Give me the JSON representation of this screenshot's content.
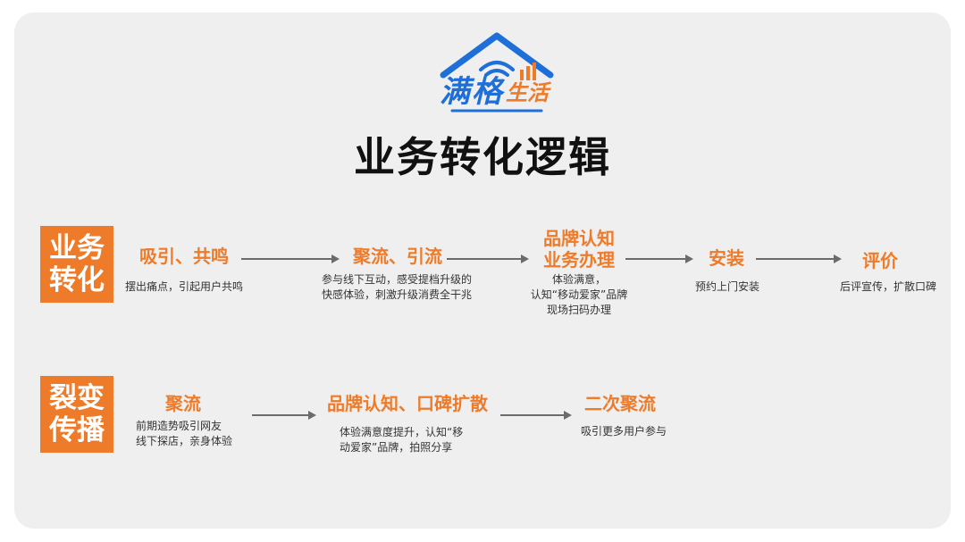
{
  "logo": {
    "text_1": "满",
    "text_2": "格",
    "text_3": "生活"
  },
  "title": "业务转化逻辑",
  "row1": {
    "tag": [
      "业务",
      "转化"
    ],
    "steps": [
      {
        "title": [
          "吸引、共鸣"
        ],
        "desc": [
          "摆出痛点，引起用户共鸣"
        ]
      },
      {
        "title": [
          "聚流、引流"
        ],
        "desc": [
          "参与线下互动，感受提档升级的",
          "快感体验，刺激升级消费全干兆"
        ]
      },
      {
        "title": [
          "品牌认知",
          "业务办理"
        ],
        "desc": [
          "体验满意，",
          "认知“移动爱家”品牌",
          "现场扫码办理"
        ]
      },
      {
        "title": [
          "安装"
        ],
        "desc": [
          "预约上门安装"
        ]
      },
      {
        "title": [
          "评价"
        ],
        "desc": [
          "后评宣传，扩散口碑"
        ]
      }
    ]
  },
  "row2": {
    "tag": [
      "裂变",
      "传播"
    ],
    "steps": [
      {
        "title": [
          "聚流"
        ],
        "desc": [
          "前期造势吸引网友",
          "线下探店，亲身体验"
        ]
      },
      {
        "title": [
          "品牌认知、口碑扩散"
        ],
        "desc": [
          "体验满意度提升，认知“移",
          "动爱家”品牌，拍照分享"
        ]
      },
      {
        "title": [
          "二次聚流"
        ],
        "desc": [
          "吸引更多用户参与"
        ]
      }
    ]
  },
  "colors": {
    "accent": "#ee7b2a",
    "logo_blue": "#1e6fd9",
    "arrow": "#6b6b6b",
    "panel": "#efefef"
  }
}
